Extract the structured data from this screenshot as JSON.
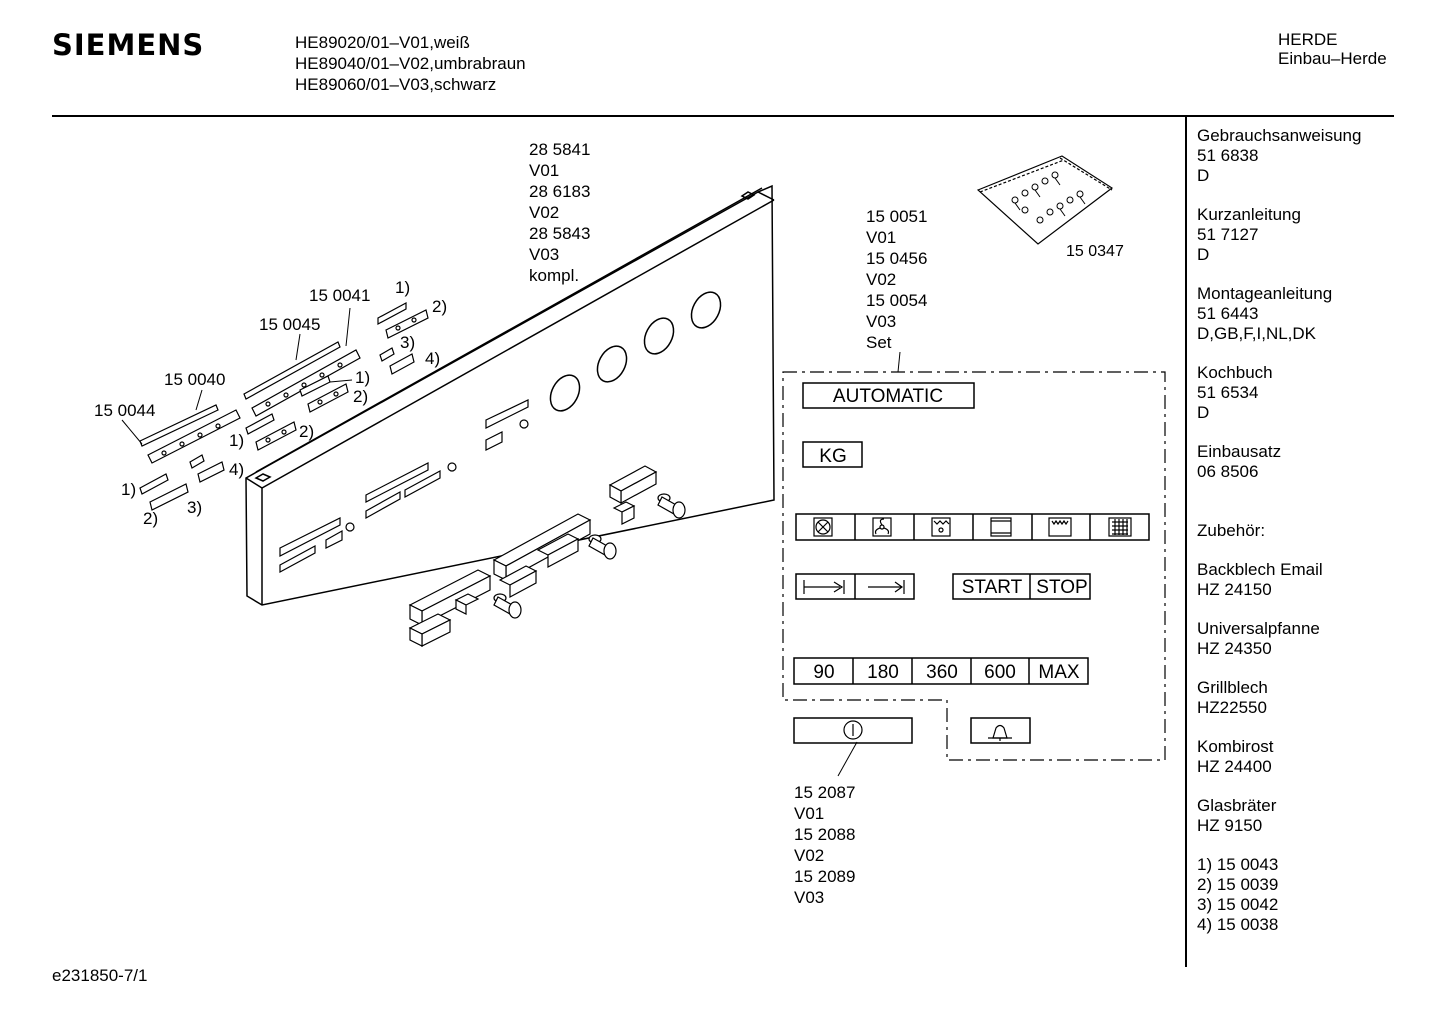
{
  "header": {
    "brand": "SIEMENS",
    "models": [
      "HE89020/01–V01,weiß",
      "HE89040/01–V02,umbrabraun",
      "HE89060/01–V03,schwarz"
    ],
    "category": [
      "HERDE",
      "Einbau–Herde"
    ]
  },
  "sidebar": {
    "documents": [
      {
        "title": "Gebrauchsanweisung",
        "number": "51 6838",
        "lang": "D"
      },
      {
        "title": "Kurzanleitung",
        "number": "51 7127",
        "lang": "D"
      },
      {
        "title": "Montageanleitung",
        "number": "51 6443",
        "lang": "D,GB,F,I,NL,DK"
      },
      {
        "title": "Kochbuch",
        "number": "51 6534",
        "lang": "D"
      },
      {
        "title": "Einbausatz",
        "number": "06 8506"
      }
    ],
    "accessories_heading": "Zubehör:",
    "accessories": [
      {
        "title": "Backblech Email",
        "number": "HZ 24150"
      },
      {
        "title": "Universalpfanne",
        "number": "HZ 24350"
      },
      {
        "title": "Grillblech",
        "number": "HZ22550"
      },
      {
        "title": "Kombirost",
        "number": "HZ 24400"
      },
      {
        "title": "Glasbräter",
        "number": "HZ 9150"
      }
    ],
    "footnotes": [
      "1) 15 0043",
      "2) 15 0039",
      "3) 15 0042",
      "4) 15 0038"
    ]
  },
  "footer": {
    "code": "e231850-7/1"
  },
  "diagram": {
    "panel_parts": [
      "28 5841",
      "V01",
      "28 6183",
      "V02",
      "28 5843",
      "V03",
      "kompl."
    ],
    "label_set_parts": [
      "15 0051",
      "V01",
      "15 0456",
      "V02",
      "15 0054",
      "V03",
      "Set"
    ],
    "timer_parts": [
      "15 2087",
      "V01",
      "15 2088",
      "V02",
      "15 2089",
      "V03"
    ],
    "screw_bag": "15 0347",
    "strip_a": "15 0041",
    "strip_b": "15 0045",
    "strip_c": "15 0040",
    "strip_d": "15 0044",
    "callouts": {
      "c1": "1)",
      "c2": "2)",
      "c3": "3)",
      "c4": "4)"
    },
    "symbol_labels": {
      "automatic": "AUTOMATIC",
      "kg": "KG",
      "start": "START",
      "stop": "STOP",
      "power": [
        "90",
        "180",
        "360",
        "600",
        "MAX"
      ]
    },
    "icons": {
      "mode_row": [
        "hot-air-icon",
        "fan-icon",
        "grill-fan-icon",
        "top-bottom-heat-icon",
        "grill-icon",
        "full-grill-icon"
      ],
      "time_row": [
        "duration-icon",
        "end-time-icon"
      ],
      "timer": "power-icon",
      "alarm": "bell-icon"
    }
  }
}
